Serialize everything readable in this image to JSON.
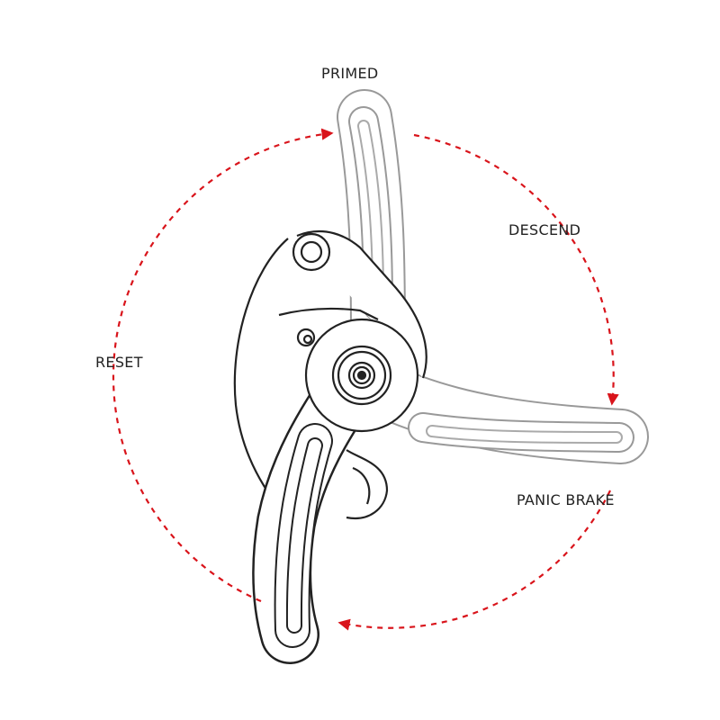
{
  "labels": {
    "primed": "PRIMED",
    "descend": "DESCEND",
    "reset": "RESET",
    "panic_brake": "PANIC BRAKE"
  },
  "colors": {
    "arrow": "#d9141b",
    "line_dark": "#222222",
    "line_ghost": "#8a8a8a"
  }
}
